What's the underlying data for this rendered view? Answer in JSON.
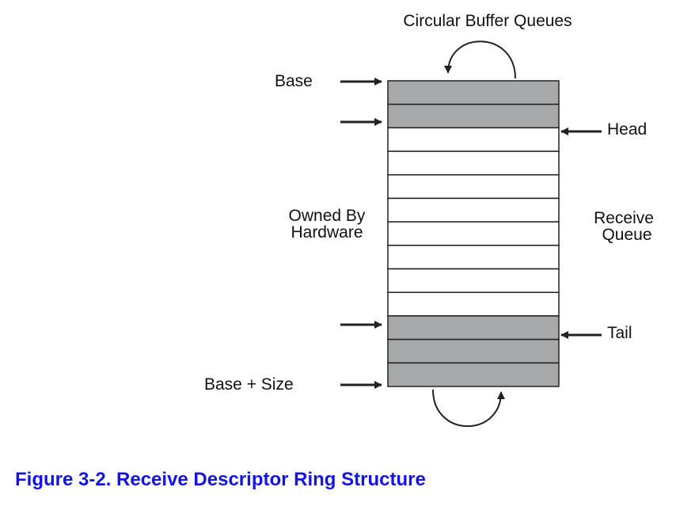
{
  "diagram": {
    "title": "Circular Buffer Queues",
    "labels": {
      "base": "Base",
      "base_plus_size": "Base + Size",
      "head": "Head",
      "tail": "Tail",
      "owned_by_line1": "Owned By",
      "owned_by_line2": "Hardware",
      "receive_line1": "Receive",
      "receive_line2": "Queue"
    },
    "ring": {
      "slot_count": 13,
      "shaded_slots": [
        0,
        1,
        10,
        11,
        12
      ],
      "shaded_color": "#a6a8aa",
      "empty_color": "#ffffff",
      "line_color": "#222222"
    }
  },
  "caption": "Figure 3-2. Receive Descriptor Ring Structure"
}
